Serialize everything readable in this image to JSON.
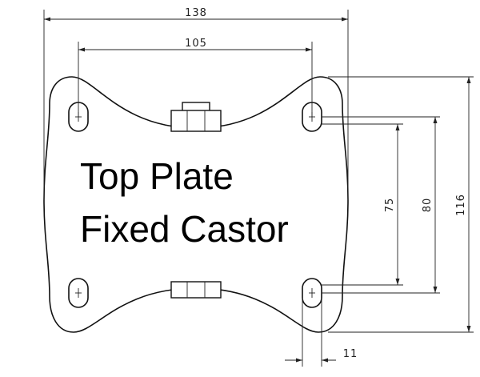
{
  "title": {
    "line1": "Top Plate",
    "line2": "Fixed Castor"
  },
  "dimensions": {
    "overall_width": "138",
    "hole_spacing_width": "105",
    "hole_spacing_length": "75",
    "outer_spacing_length": "80",
    "overall_length": "116",
    "hole_diameter": "11"
  },
  "colors": {
    "line": "#111111",
    "background": "#ffffff"
  }
}
